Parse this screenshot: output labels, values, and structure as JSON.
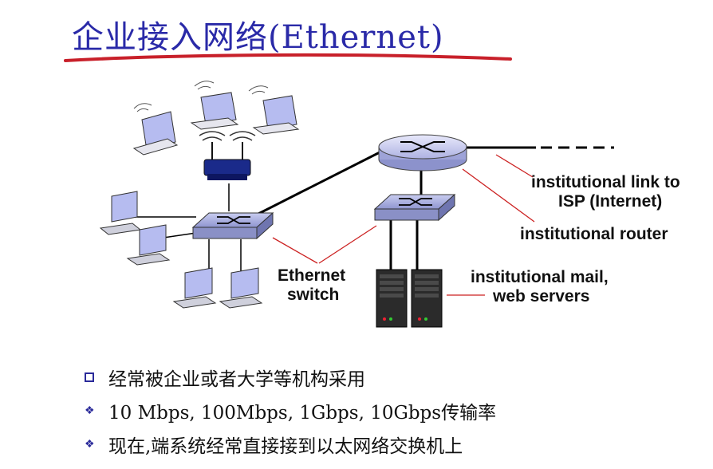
{
  "title": "企业接入网络(Ethernet)",
  "labels": {
    "link": "institutional link to",
    "link2": "ISP (Internet)",
    "router": "institutional router",
    "servers": "institutional mail,",
    "servers2": "web servers",
    "switch": "Ethernet",
    "switch2": "switch"
  },
  "bullets": [
    {
      "icon": "square-bullet-icon",
      "text": "经常被企业或者大学等机构采用"
    },
    {
      "icon": "diamond-bullet-icon",
      "text": "10 Mbps, 100Mbps, 1Gbps, 10Gbps传输率"
    },
    {
      "icon": "diamond-bullet-icon",
      "text": "现在,端系统经常直接接到以太网络交换机上"
    }
  ],
  "colors": {
    "title": "#2a2aa8",
    "underline": "#c8202a",
    "callout": "#cc2222",
    "device": "#9aa0d8"
  }
}
